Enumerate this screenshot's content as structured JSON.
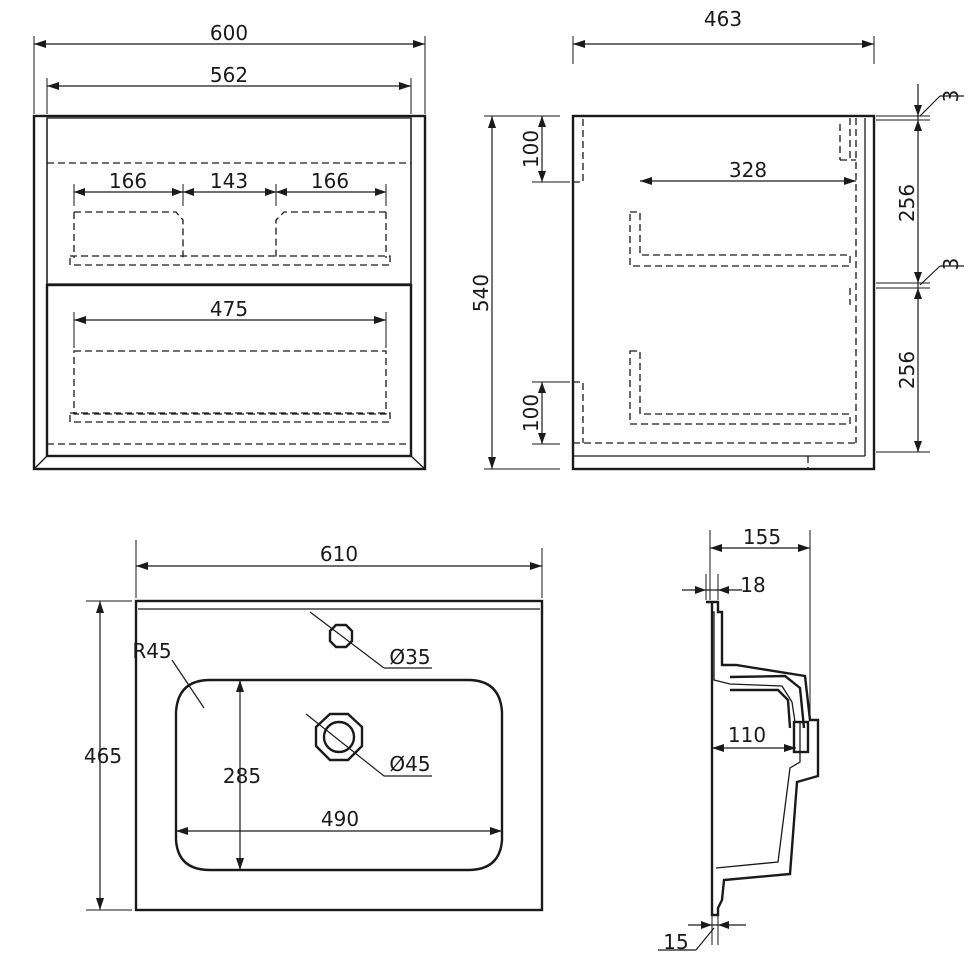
{
  "views": {
    "cabinet_front": {
      "total_width": "600",
      "inner_width": "562",
      "top_drawer_left": "166",
      "top_drawer_middle": "143",
      "top_drawer_right": "166",
      "bottom_drawer_width": "475"
    },
    "cabinet_side": {
      "depth": "463",
      "height": "540",
      "top_offset": "100",
      "bottom_offset": "100",
      "runner_length": "328",
      "gap_top": "3",
      "drawer_height_top": "256",
      "gap_middle": "3",
      "drawer_height_bottom": "256"
    },
    "basin_top": {
      "width": "610",
      "depth": "465",
      "corner_radius": "R45",
      "bowl_depth": "285",
      "bowl_width": "490",
      "tap_hole": "Ø35",
      "drain_hole": "Ø45"
    },
    "basin_section": {
      "total_depth": "155",
      "rim_thickness": "18",
      "trap_depth": "110",
      "bottom_thickness": "15"
    }
  }
}
